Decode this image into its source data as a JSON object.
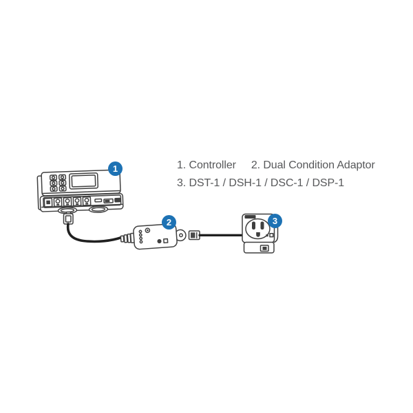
{
  "colors": {
    "background": "#ffffff",
    "badge_blue": "#1d72b4",
    "badge_number": "#ffffff",
    "line_art": "#3f3f3f",
    "cable_black": "#202020",
    "legend_text": "#57585a"
  },
  "legend": {
    "item1": "1. Controller",
    "item2": "2. Dual Condition Adaptor",
    "item3": "3. DST-1 / DSH-1 / DSC-1 / DSP-1"
  },
  "diagram": {
    "badges": [
      {
        "number": "1",
        "device": "controller-icon"
      },
      {
        "number": "2",
        "device": "dual-condition-adaptor-icon"
      },
      {
        "number": "3",
        "device": "outlet-device-icon"
      }
    ]
  }
}
